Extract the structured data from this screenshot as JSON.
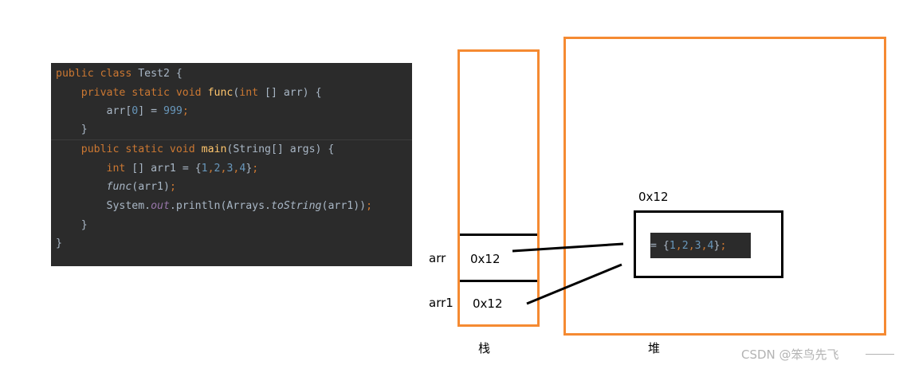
{
  "code": {
    "lines": [
      [
        {
          "t": "public class ",
          "c": "kw"
        },
        {
          "t": "Test2 {",
          "c": ""
        }
      ],
      [
        {
          "t": "    "
        },
        {
          "t": "private static void ",
          "c": "kw"
        },
        {
          "t": "func",
          "c": "fn"
        },
        {
          "t": "("
        },
        {
          "t": "int",
          "c": "kw"
        },
        {
          "t": " [] arr) {"
        }
      ],
      [
        {
          "t": "        arr["
        },
        {
          "t": "0",
          "c": "num"
        },
        {
          "t": "] = "
        },
        {
          "t": "999",
          "c": "num"
        },
        {
          "t": ";",
          "c": "kw"
        }
      ],
      [
        {
          "t": "    }"
        }
      ],
      [
        {
          "t": "    "
        },
        {
          "t": "public static void ",
          "c": "kw"
        },
        {
          "t": "main",
          "c": "fn"
        },
        {
          "t": "(String[] args) {"
        }
      ],
      [
        {
          "t": "        "
        },
        {
          "t": "int",
          "c": "kw"
        },
        {
          "t": " [] arr1 = {"
        },
        {
          "t": "1",
          "c": "num"
        },
        {
          "t": ",",
          "c": "kw"
        },
        {
          "t": "2",
          "c": "num"
        },
        {
          "t": ",",
          "c": "kw"
        },
        {
          "t": "3",
          "c": "num"
        },
        {
          "t": ",",
          "c": "kw"
        },
        {
          "t": "4",
          "c": "num"
        },
        {
          "t": "}"
        },
        {
          "t": ";",
          "c": "kw"
        }
      ],
      [
        {
          "t": "        "
        },
        {
          "t": "func",
          "c": "it"
        },
        {
          "t": "(arr1)"
        },
        {
          "t": ";",
          "c": "kw"
        }
      ],
      [
        {
          "t": "        System."
        },
        {
          "t": "out",
          "c": "out"
        },
        {
          "t": ".println(Arrays."
        },
        {
          "t": "toString",
          "c": "it"
        },
        {
          "t": "(arr1))"
        },
        {
          "t": ";",
          "c": "kw"
        }
      ],
      [
        {
          "t": "    }"
        }
      ],
      [
        {
          "t": "}"
        }
      ]
    ]
  },
  "stack": {
    "label": "栈",
    "vars": [
      {
        "name": "arr",
        "value": "0x12"
      },
      {
        "name": "arr1",
        "value": "0x12"
      }
    ]
  },
  "heap": {
    "label": "堆",
    "object_address": "0x12",
    "object_code": [
      {
        "t": "= {"
      },
      {
        "t": "1",
        "c": "num"
      },
      {
        "t": ",",
        "c": "kw"
      },
      {
        "t": "2",
        "c": "num"
      },
      {
        "t": ",",
        "c": "kw"
      },
      {
        "t": "3",
        "c": "num"
      },
      {
        "t": ",",
        "c": "kw"
      },
      {
        "t": "4",
        "c": "num"
      },
      {
        "t": "}"
      },
      {
        "t": ";",
        "c": "kw"
      }
    ]
  },
  "colors": {
    "code_bg": "#2b2b2b",
    "keyword": "#cc7832",
    "function": "#ffc66d",
    "number": "#6897bb",
    "field": "#9876aa",
    "default_text": "#a9b7c6",
    "box_border": "#f58a32"
  },
  "watermark": "CSDN @笨鸟先飞"
}
